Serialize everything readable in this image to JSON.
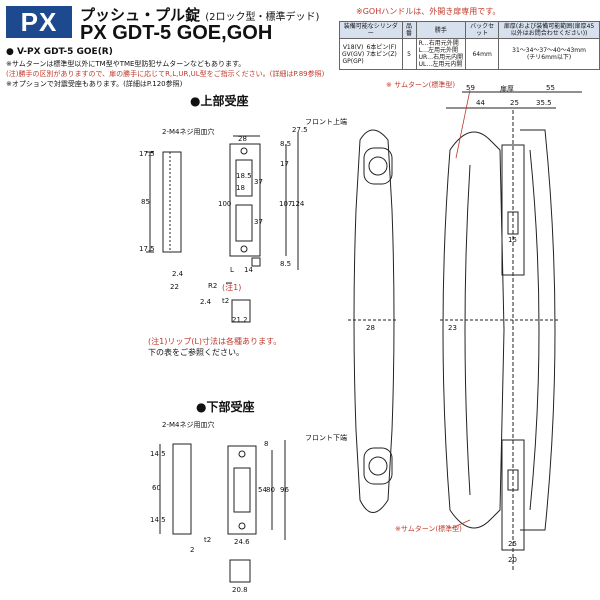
{
  "header": {
    "badge": "PX",
    "title_jp": "プッシュ・プル錠",
    "title_sub": "(2ロック型・標準デッド)",
    "model": "PX GDT-5 GOE,GOH",
    "goh_note": "※GOHハンドルは、外開き扉専用です。"
  },
  "spec_table": {
    "headers": [
      "装備可能なシリンダー",
      "品番",
      "勝手",
      "バックセット",
      "扉厚(および装備可能範囲(扉厚45以外はお問合わせください))"
    ],
    "row": {
      "cylinder": "V18(V)\nGV(GV)\nGP(GP)",
      "pin": "6本ピン(F)\n7本ピン(Z)",
      "code": "5",
      "hand": "R…右用元外開\nL…左用元外開\nUR…右用元内開\nUL…左用元内開",
      "backset": "64mm",
      "thickness": "31〜34〜37〜40〜43mm",
      "thickness_note": "(チリ6mm以下)"
    }
  },
  "subtitle": "● V-PX GDT-5 GOE(R)",
  "bullets": [
    "※サムターンは標準型以外にTM型やTME型防犯サムターンなどもあります。",
    "(注)勝手の区別がありますので、扉の勝手に応じてR,L,UR,UL型をご指示ください。(詳細はP.89参照)",
    "※オプションで対震受座もあります。(詳細はP.120参照)"
  ],
  "upper": {
    "title": "●上部受座",
    "screw": "2-M4ネジ用皿穴",
    "dims_left": [
      "17.5",
      "85",
      "17.5",
      "2.4",
      "22"
    ],
    "dims_plate": [
      "28",
      "18.5",
      "18",
      "37",
      "100",
      "37",
      "L",
      "14"
    ],
    "dims_right": [
      "8.5",
      "27.5",
      "17",
      "107",
      "124",
      "8.5"
    ],
    "r2": "R2",
    "note_ref": "(注1)",
    "t2": "t2",
    "extra": [
      "2.4",
      "21.2"
    ]
  },
  "note1": [
    "(注1)リップ(L)寸法は各種あります。",
    "下の表をご参照ください。"
  ],
  "lower": {
    "title": "●下部受座",
    "screw": "2-M4ネジ用皿穴",
    "dims_left": [
      "14.5",
      "60",
      "14.5"
    ],
    "dims_plate": [
      "54",
      "80",
      "96"
    ],
    "dims_right": [
      "8"
    ],
    "t2": "t2",
    "extra": [
      "2",
      "24.6",
      "20.8"
    ]
  },
  "front_labels": {
    "upper": "フロント上端",
    "lower": "フロント下端"
  },
  "thumbturn_labels": {
    "top": "※ サムターン(標準型)",
    "bottom": "※サムターン(標準型)"
  },
  "handle": {
    "top_dims": [
      "59",
      "扉厚",
      "55",
      "44",
      "25",
      "35.5"
    ],
    "side_dims": [
      "28",
      "23"
    ],
    "plate_dims": [
      "15",
      "25",
      "20"
    ]
  }
}
